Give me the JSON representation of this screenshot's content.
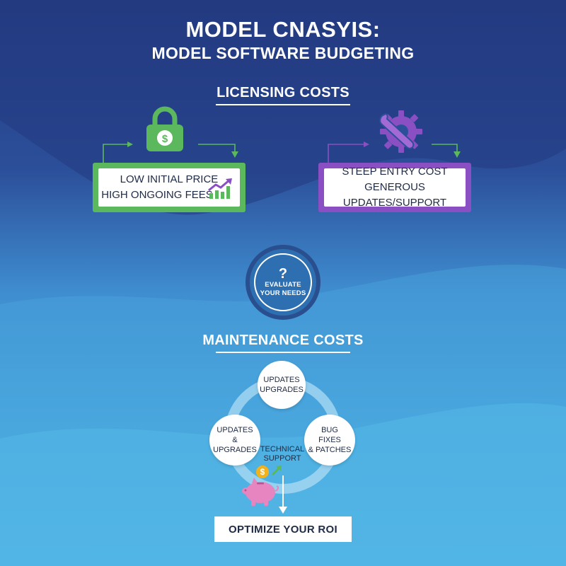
{
  "header": {
    "title": "MODEL CNASYIS:",
    "subtitle": "MODEL SOFTWARE BUDGETING"
  },
  "licensing": {
    "heading": "LICENSING COSTS",
    "left_card": {
      "line1": "LOW INITIAL PRICE",
      "line2": "HIGH ONGOING FEES"
    },
    "right_card": {
      "line1": "STEEP ENTRY COST",
      "line2": "GENEROUS UPDATES/SUPPORT"
    }
  },
  "evaluate": {
    "mark": "?",
    "line1": "EVALUATE",
    "line2": "YOUR NEEDS"
  },
  "maintenance": {
    "heading": "MAINTENANCE COSTS",
    "cycle": {
      "top": {
        "line1": "UPDATES",
        "line2": "UPGRADES"
      },
      "left": {
        "line1": "UPDATES",
        "line2": "& UPGRADES"
      },
      "right": {
        "line1": "BUG",
        "line2": "FIXES",
        "line3": "& PATCHES"
      },
      "center": {
        "line1": "TECHNICAL",
        "line2": "SUPPORT"
      }
    },
    "coin_symbol": "$"
  },
  "outcome": {
    "label": "OPTIMIZE YOUR ROI"
  },
  "colors": {
    "green": "#5cb85c",
    "purple": "#8a4fc2",
    "pink": "#e685c0",
    "coin": "#f2b21b"
  },
  "icons": [
    "lock-dollar-icon",
    "gear-wrench-icon",
    "trend-up-chart-icon",
    "question-mark-icon",
    "piggy-bank-icon",
    "coin-icon",
    "arrow-up-right-icon",
    "down-arrow-icon"
  ]
}
